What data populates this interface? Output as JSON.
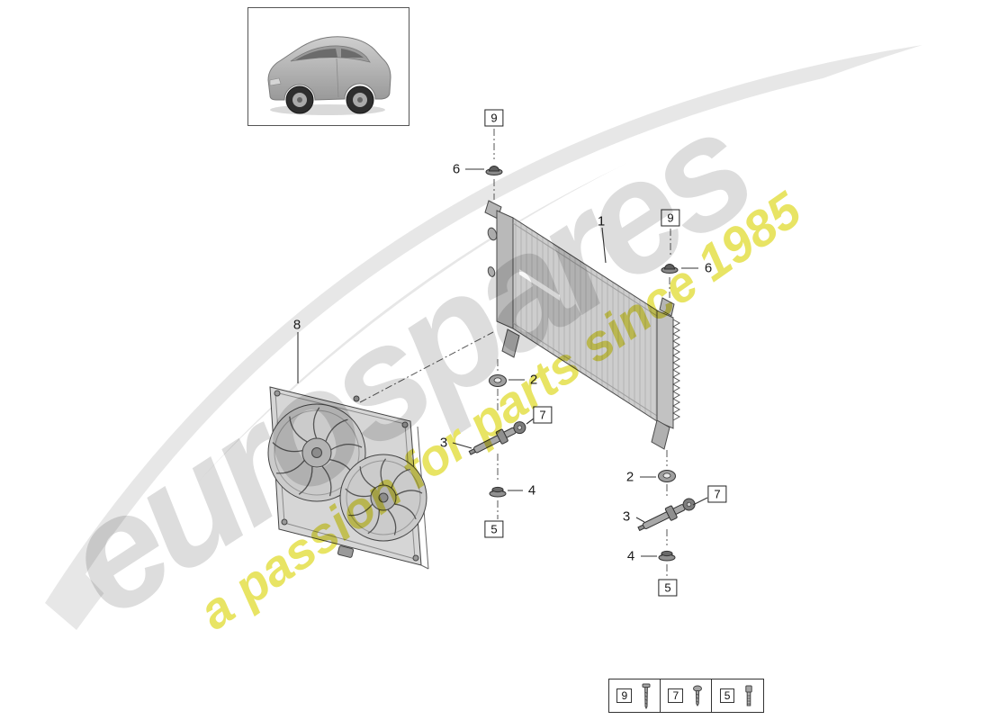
{
  "watermark": {
    "brand": "eurospares",
    "tagline": "a passion for parts since 1985",
    "brand_color": "#d7d7d7",
    "tagline_color": "#e4df49"
  },
  "callouts": {
    "radiator_label": "1",
    "grommet_mid_label": "2",
    "grommet_right_label": "2",
    "retainer_mid_label": "3",
    "retainer_right_label": "3",
    "nut_mid_label": "4",
    "nut_right_label": "4",
    "screw5_mid_label": "5",
    "screw5_right_label": "5",
    "capnut_top_label": "6",
    "capnut_right_label": "6",
    "screw7_mid_label": "7",
    "screw7_right_label": "7",
    "fan_shroud_label": "8",
    "screw9_top_label": "9",
    "screw9_right_label": "9"
  },
  "legend": {
    "items": [
      {
        "label": "9",
        "icon": "long-screw-icon"
      },
      {
        "label": "7",
        "icon": "pan-head-screw-icon"
      },
      {
        "label": "5",
        "icon": "socket-bolt-icon"
      }
    ]
  }
}
